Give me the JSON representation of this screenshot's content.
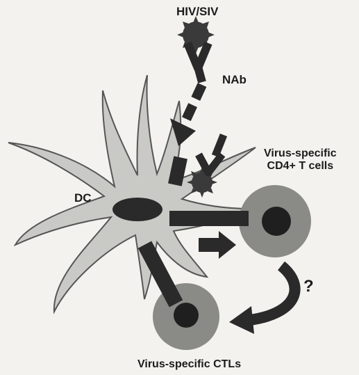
{
  "labels": {
    "virus": "HIV/SIV",
    "antibody": "NAb",
    "dendritic_cell": "DC",
    "cd4_line1": "Virus-specific",
    "cd4_line2": "CD4+ T cells",
    "question": "?",
    "ctl": "Virus-specific CTLs"
  },
  "colors": {
    "background": "#f4f2ee",
    "dc_fill": "#c9c9c6",
    "dark": "#2a2a2a",
    "tcell_outer": "#8a8a86",
    "tcell_nucleus": "#1f1f1f"
  },
  "icons": [
    "virus-icon",
    "antibody-icon",
    "arrow-icon"
  ]
}
